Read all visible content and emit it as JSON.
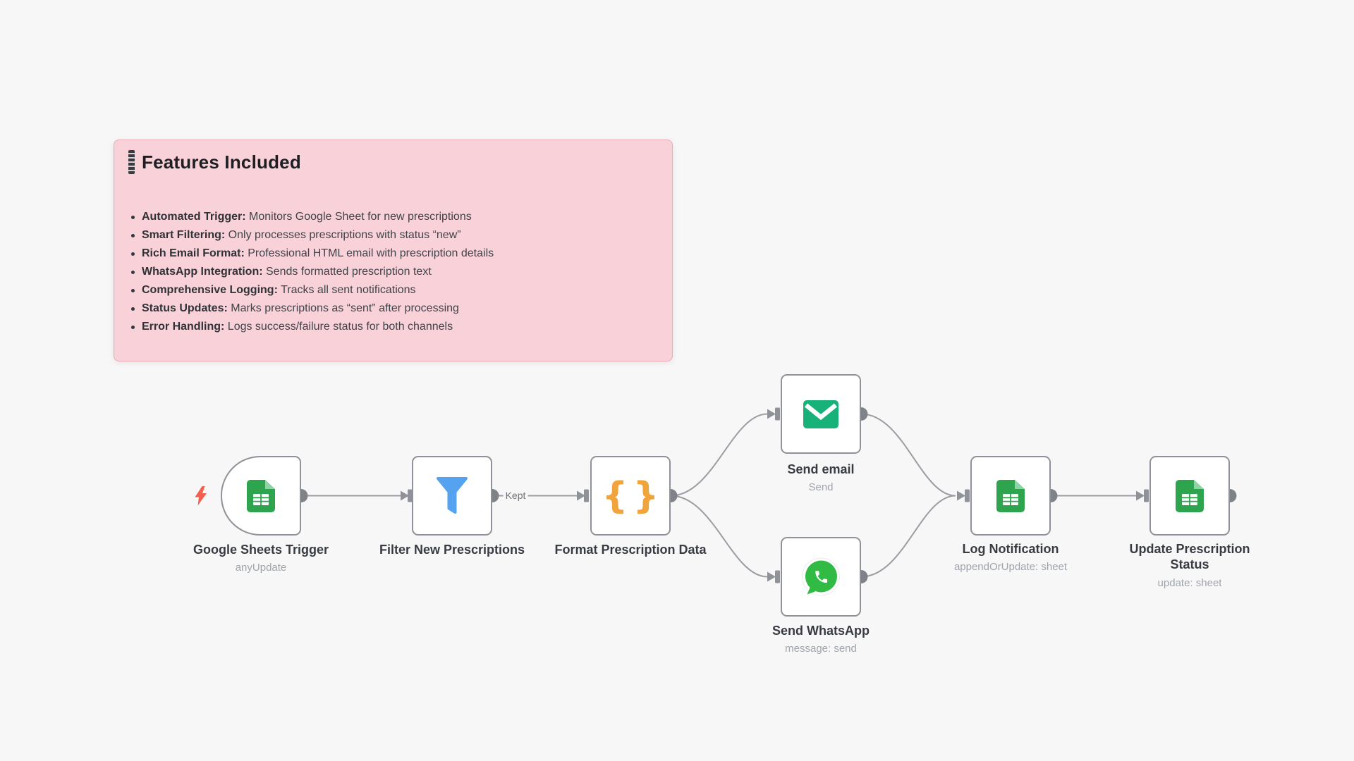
{
  "canvas": {
    "background": "#f7f7f8"
  },
  "note": {
    "title": "Features Included",
    "items": [
      {
        "term": "Automated Trigger:",
        "desc": " Monitors Google Sheet for new prescriptions"
      },
      {
        "term": "Smart Filtering:",
        "desc": " Only processes prescriptions with status “new”"
      },
      {
        "term": "Rich Email Format:",
        "desc": " Professional HTML email with prescription details"
      },
      {
        "term": "WhatsApp Integration:",
        "desc": " Sends formatted prescription text"
      },
      {
        "term": "Comprehensive Logging:",
        "desc": " Tracks all sent notifications"
      },
      {
        "term": "Status Updates:",
        "desc": " Marks prescriptions as “sent” after processing"
      },
      {
        "term": "Error Handling:",
        "desc": " Logs success/failure status for both channels"
      }
    ],
    "colors": {
      "background": "#f9d2d9",
      "border": "#ecabb6"
    }
  },
  "workflow": {
    "connection_label": "Kept",
    "nodes": [
      {
        "id": "trigger",
        "label": "Google Sheets Trigger",
        "sublabel": "anyUpdate",
        "icon": "google-sheets-icon"
      },
      {
        "id": "filter",
        "label": "Filter New Prescriptions",
        "sublabel": "",
        "icon": "funnel-icon"
      },
      {
        "id": "format",
        "label": "Format Prescription Data",
        "sublabel": "",
        "icon": "braces-icon",
        "glyph": "{}"
      },
      {
        "id": "email",
        "label": "Send email",
        "sublabel": "Send",
        "icon": "envelope-icon"
      },
      {
        "id": "whatsapp",
        "label": "Send WhatsApp",
        "sublabel": "message: send",
        "icon": "whatsapp-icon"
      },
      {
        "id": "log",
        "label": "Log Notification",
        "sublabel": "appendOrUpdate: sheet",
        "icon": "google-sheets-icon"
      },
      {
        "id": "update",
        "label": "Update Prescription Status",
        "sublabel": "update: sheet",
        "icon": "google-sheets-icon"
      }
    ],
    "colors": {
      "connector": "#9a9da1",
      "port_dot": "#7f8287",
      "node_border": "#8f9298",
      "sheets_green": "#2ea44f",
      "sheets_fold": "#8fd3a6",
      "funnel_blue": "#55a3f0",
      "braces_orange": "#f1a33c",
      "email_teal": "#17b179",
      "whatsapp_green": "#31bb45",
      "trigger_bolt": "#f4604e"
    }
  }
}
